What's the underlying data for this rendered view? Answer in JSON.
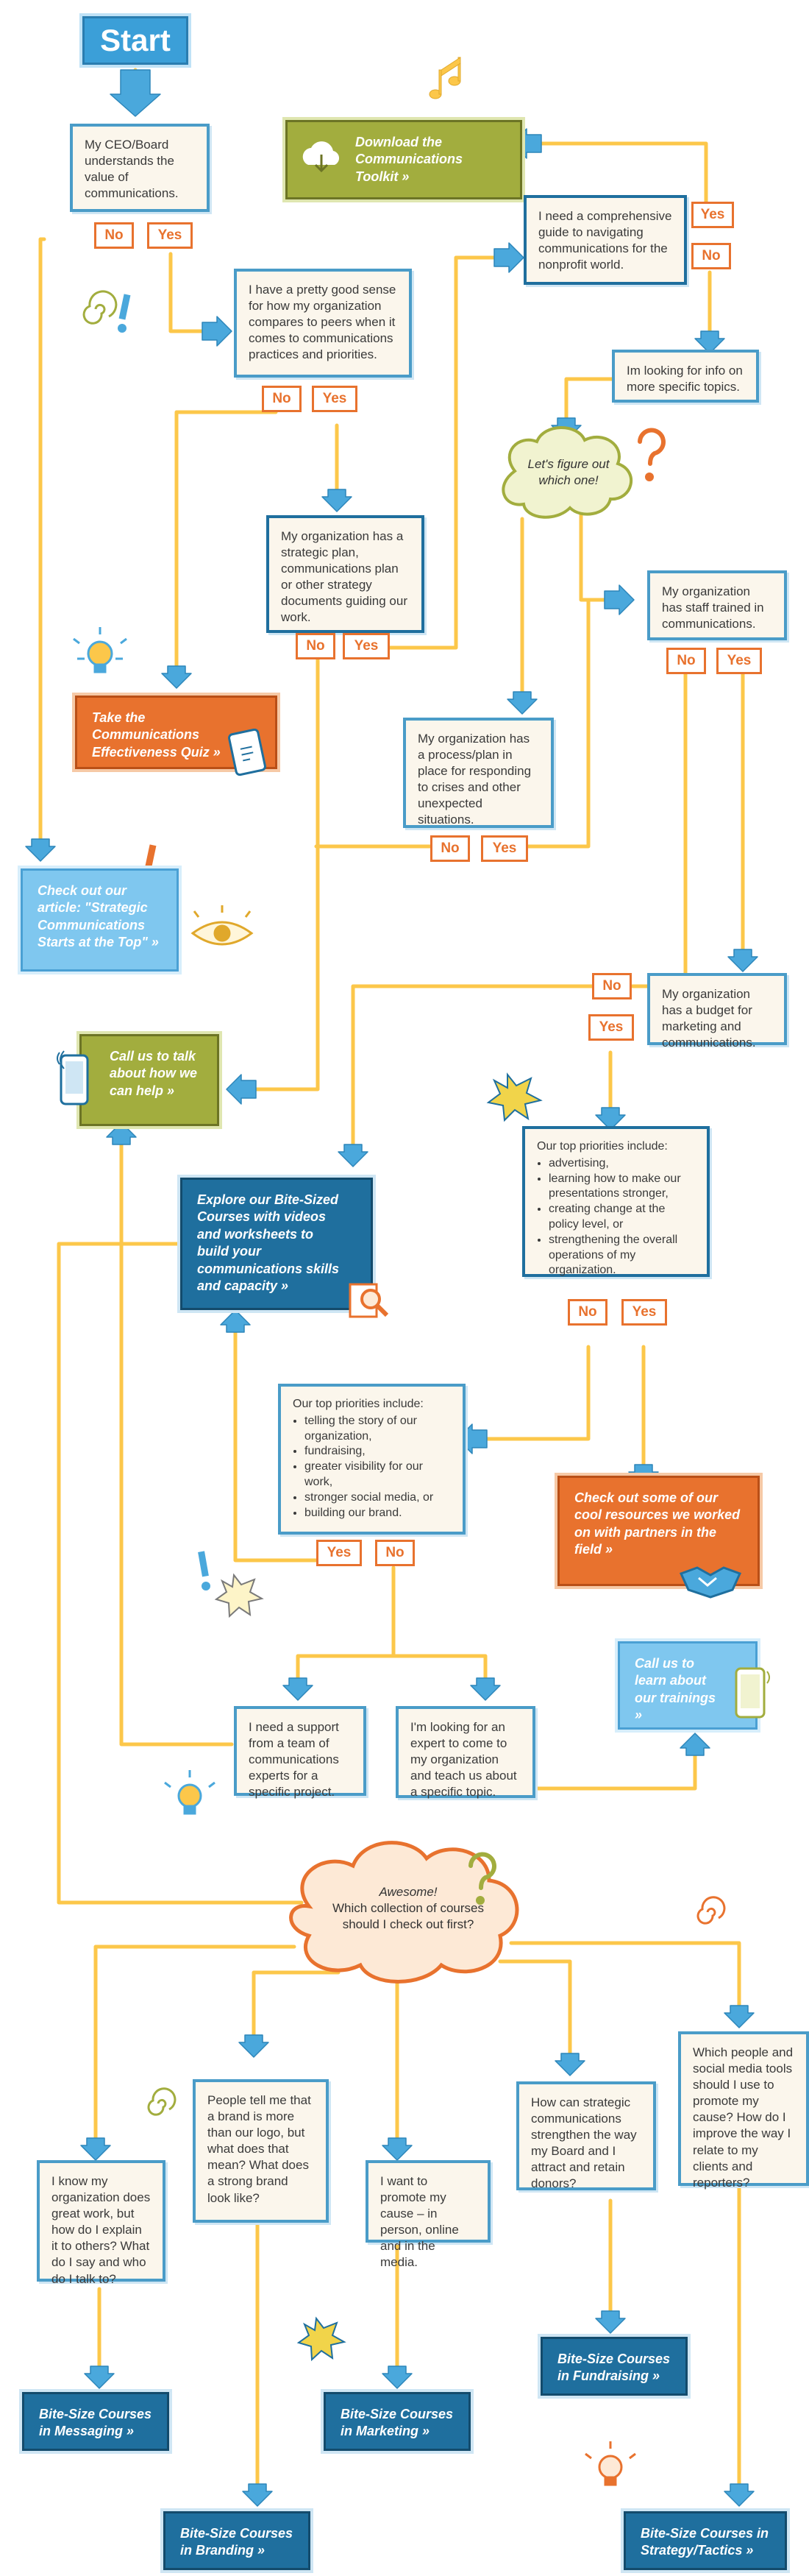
{
  "start": "Start",
  "nodes": {
    "ceo_board": "My CEO/Board understands the value of communications.",
    "download_toolkit": "Download the Communications Toolkit »",
    "comprehensive_guide": "I need a comprehensive guide to navigating communications for the nonprofit world.",
    "peer_comparison": "I have a pretty good sense for how my organization compares to peers when it comes to communications practices and priorities.",
    "specific_topics": "Im looking for info on more specific topics.",
    "figure_out": "Let's figure out which one!",
    "strategic_plan": "My organization has a strategic plan, communications plan or other strategy documents guiding our work.",
    "staff_trained": "My organization has staff trained in communications.",
    "effectiveness_quiz": "Take the Communications Effectiveness Quiz »",
    "crisis_plan": "My organization has a process/plan in place for responding to crises and other unexpected situations.",
    "strategic_article": "Check out our article: \"Strategic Communications Starts at the Top\" »",
    "budget": "My organization has a budget for marketing and communications.",
    "call_us_help": "Call us to talk about how we can help »",
    "priorities_a_intro": "Our top priorities include:",
    "priorities_a_items": [
      "advertising,",
      "learning how to make our presentations stronger,",
      "creating change at the policy level, or",
      "strengthening the overall operations of my organization."
    ],
    "explore_courses": "Explore our Bite-Sized Courses with videos and worksheets to build your communications skills and capacity »",
    "priorities_b_intro": "Our top priorities include:",
    "priorities_b_items": [
      "telling the story of our organization,",
      "fundraising,",
      "greater visibility for our work,",
      "stronger social media, or",
      "building our brand."
    ],
    "cool_resources": "Check out some of our cool resources we worked on with partners in the field »",
    "call_us_trainings": "Call us to learn about our trainings »",
    "need_support": "I need a support from a team of communications experts for a specific project.",
    "need_expert": "I'm looking for an expert to come to my organization and teach us about a specific topic.",
    "awesome_title": "Awesome!",
    "awesome_text": "Which collection of courses should I check out first?",
    "q_messaging": "I know my organization does great work, but how do I explain it to others? What do I say and who do I talk to?",
    "q_branding": "People tell me that a brand is more than our logo, but what does that mean? What does a strong brand look like?",
    "q_marketing": "I want to promote my cause – in person, online and in the media.",
    "q_fundraising": "How can strategic communications strengthen the way my Board and I attract and retain donors?",
    "q_strategy": "Which people and social media tools should I use to promote my cause? How do I improve the way I relate to my clients and reporters?",
    "c_messaging": "Bite-Size Courses in Messaging »",
    "c_branding": "Bite-Size Courses in Branding »",
    "c_marketing": "Bite-Size Courses in Marketing »",
    "c_fundraising": "Bite-Size Courses in Fundraising »",
    "c_strategy": "Bite-Size Courses in Strategy/Tactics »"
  },
  "labels": {
    "yes": "Yes",
    "no": "No"
  },
  "colors": {
    "connector": "#fcc74a",
    "arrow": "#4aa8dc",
    "question_border": "#4a9cc8",
    "yes_no": "#e8722e",
    "green_action": "#a2ad3e",
    "orange_action": "#e8722e",
    "light_blue_action": "#7fc7ef",
    "navy_action": "#1f6f9e"
  },
  "icons": [
    "cloud-download-icon",
    "music-notes-icon",
    "spiral-icon",
    "exclamation-icon",
    "question-mark-icon",
    "lightbulb-icon",
    "tablet-icon",
    "eye-icon",
    "phone-icon",
    "starburst-icon",
    "magnifier-icon",
    "handshake-icon"
  ]
}
